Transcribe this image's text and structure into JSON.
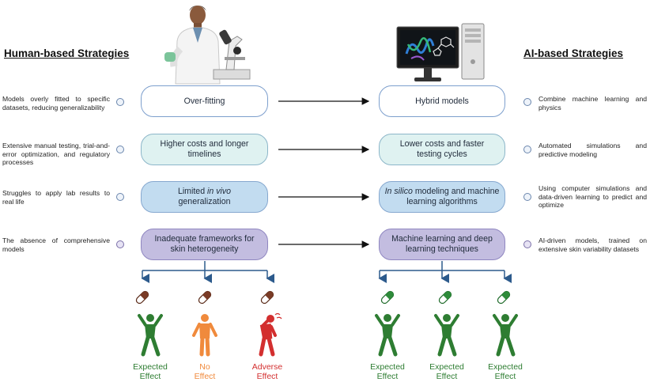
{
  "left": {
    "heading": "Human-based Strategies",
    "descriptions": [
      "Models overly fitted to specific datasets, reducing generalizability",
      "Extensive manual testing, trial-and-error optimization, and regulatory processes",
      "Struggles to apply lab results to real life",
      "The absence of comprehensive models"
    ],
    "boxes": [
      {
        "pre": "Over-fitting",
        "em": "",
        "post": ""
      },
      {
        "pre": "Higher costs and longer timelines",
        "em": "",
        "post": ""
      },
      {
        "pre": "Limited ",
        "em": "in vivo",
        "post": " generalization"
      },
      {
        "pre": "Inadequate frameworks for skin heterogeneity",
        "em": "",
        "post": ""
      }
    ],
    "effects": [
      {
        "line1": "Expected",
        "line2": "Effect",
        "color": "#2e7d32",
        "figure": "happy-person"
      },
      {
        "line1": "No",
        "line2": "Effect",
        "color": "#f08a3c",
        "figure": "neutral-person"
      },
      {
        "line1": "Adverse",
        "line2": "Effect",
        "color": "#d32f2f",
        "figure": "sick-person"
      }
    ]
  },
  "right": {
    "heading": "AI-based Strategies",
    "descriptions": [
      "Combine machine learning and physics",
      "Automated simulations and predictive modeling",
      "Using computer simulations and data-driven learning to predict and optimize",
      "AI-driven models, trained on extensive skin variability datasets"
    ],
    "boxes": [
      {
        "pre": "Hybrid models",
        "em": "",
        "post": ""
      },
      {
        "pre": "Lower costs and faster testing cycles",
        "em": "",
        "post": ""
      },
      {
        "pre": "",
        "em": "In silico",
        "post": " modeling and machine learning algorithms"
      },
      {
        "pre": "Machine learning and deep learning techniques",
        "em": "",
        "post": ""
      }
    ],
    "effects": [
      {
        "line1": "Expected",
        "line2": "Effect",
        "color": "#2e7d32",
        "figure": "happy-person"
      },
      {
        "line1": "Expected",
        "line2": "Effect",
        "color": "#2e7d32",
        "figure": "happy-person"
      },
      {
        "line1": "Expected",
        "line2": "Effect",
        "color": "#2e7d32",
        "figure": "happy-person"
      }
    ]
  },
  "icons": {
    "scientist": "scientist-with-microscope-icon",
    "computer": "computer-with-molecules-icon",
    "pill_left": "brown-capsule-icon",
    "pill_right": "green-capsule-icon"
  },
  "colors": {
    "pill_brown": "#7a3b26",
    "pill_green": "#2e8b3a",
    "arrow_blue": "#2c5a8c",
    "expected": "#2e7d32",
    "no_effect": "#f08a3c",
    "adverse": "#d32f2f"
  }
}
